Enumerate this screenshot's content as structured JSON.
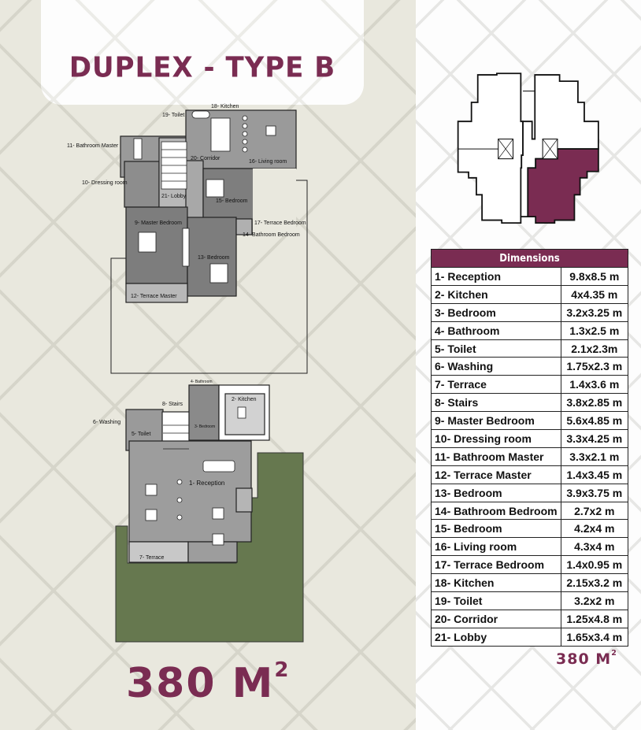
{
  "header": {
    "title": "DUPLEX - TYPE B"
  },
  "area": {
    "value": "380 M",
    "superscript": "2"
  },
  "colors": {
    "brand": "#7a2c52",
    "background_left": "#e9e8de",
    "background_right": "#fdfdfd",
    "garden": "#66784f",
    "floor": "#8a8a8a"
  },
  "upper_floor_plan": {
    "labels": {
      "r18": "18- Kitchen",
      "r19": "19- Toilet",
      "r11": "11- Bathroom Master",
      "r20": "20- Corridor",
      "r16": "16- Living room",
      "r10": "10- Dressing room",
      "r21": "21- Lobby",
      "r15": "15- Bedroom",
      "r17": "17- Terrace Bedroom",
      "r9": "9- Master Bedroom",
      "r14": "14- Bathroom Bedroom",
      "r13": "13- Bedroom",
      "r12": "12- Terrace Master"
    }
  },
  "lower_floor_plan": {
    "labels": {
      "r4": "4- Bathroom",
      "r8": "8- Stairs",
      "r2": "2- Kitchen",
      "r6": "6- Washing",
      "r5": "5- Toilet",
      "r3": "3- Bedroom",
      "r1": "1- Reception",
      "r7": "7- Terrace"
    }
  },
  "key_plan": {
    "highlight_color": "#7a2c52"
  },
  "dimensions_table": {
    "header": "Dimensions",
    "rows": [
      {
        "room": "1- Reception",
        "size": "9.8x8.5 m"
      },
      {
        "room": "2- Kitchen",
        "size": "4x4.35 m"
      },
      {
        "room": "3- Bedroom",
        "size": "3.2x3.25 m"
      },
      {
        "room": "4- Bathroom",
        "size": "1.3x2.5 m"
      },
      {
        "room": "5- Toilet",
        "size": "2.1x2.3m"
      },
      {
        "room": "6- Washing",
        "size": "1.75x2.3 m"
      },
      {
        "room": "7- Terrace",
        "size": "1.4x3.6 m"
      },
      {
        "room": "8- Stairs",
        "size": "3.8x2.85 m"
      },
      {
        "room": "9- Master Bedroom",
        "size": "5.6x4.85 m"
      },
      {
        "room": "10- Dressing room",
        "size": "3.3x4.25 m"
      },
      {
        "room": "11- Bathroom Master",
        "size": "3.3x2.1 m"
      },
      {
        "room": "12- Terrace Master",
        "size": "1.4x3.45 m"
      },
      {
        "room": "13- Bedroom",
        "size": "3.9x3.75 m"
      },
      {
        "room": "14- Bathroom Bedroom",
        "size": "2.7x2 m"
      },
      {
        "room": "15- Bedroom",
        "size": "4.2x4 m"
      },
      {
        "room": "16- Living room",
        "size": "4.3x4 m"
      },
      {
        "room": "17- Terrace Bedroom",
        "size": "1.4x0.95 m"
      },
      {
        "room": "18- Kitchen",
        "size": "2.15x3.2 m"
      },
      {
        "room": "19- Toilet",
        "size": "3.2x2 m"
      },
      {
        "room": "20- Corridor",
        "size": "1.25x4.8 m"
      },
      {
        "room": "21- Lobby",
        "size": "1.65x3.4 m"
      }
    ],
    "total": "380 M",
    "total_superscript": "2"
  }
}
